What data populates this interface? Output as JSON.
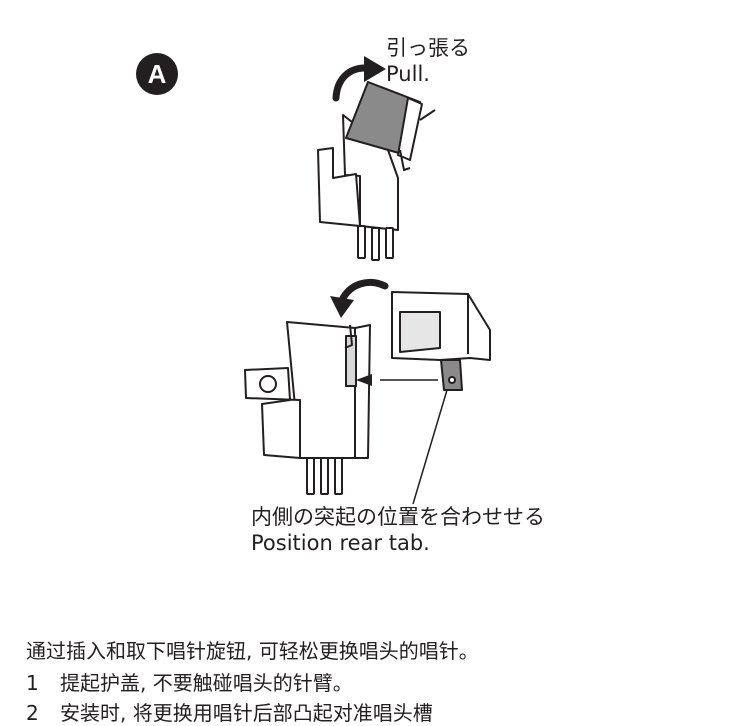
{
  "figure": {
    "badge": "A",
    "pull_label_jp": "引っ張る",
    "pull_label_en": "Pull.",
    "tab_label_jp": "内側の突起の位置を合わせせる",
    "tab_label_en": "Position rear tab."
  },
  "body": {
    "intro": "通过插入和取下唱针旋钮, 可轻松更换唱头的唱针。",
    "steps": [
      {
        "number": "1",
        "text": "提起护盖, 不要触碰唱头的针臂。"
      },
      {
        "number": "2",
        "text": "安装时, 将更换用唱针后部凸起对准唱头槽"
      }
    ]
  }
}
